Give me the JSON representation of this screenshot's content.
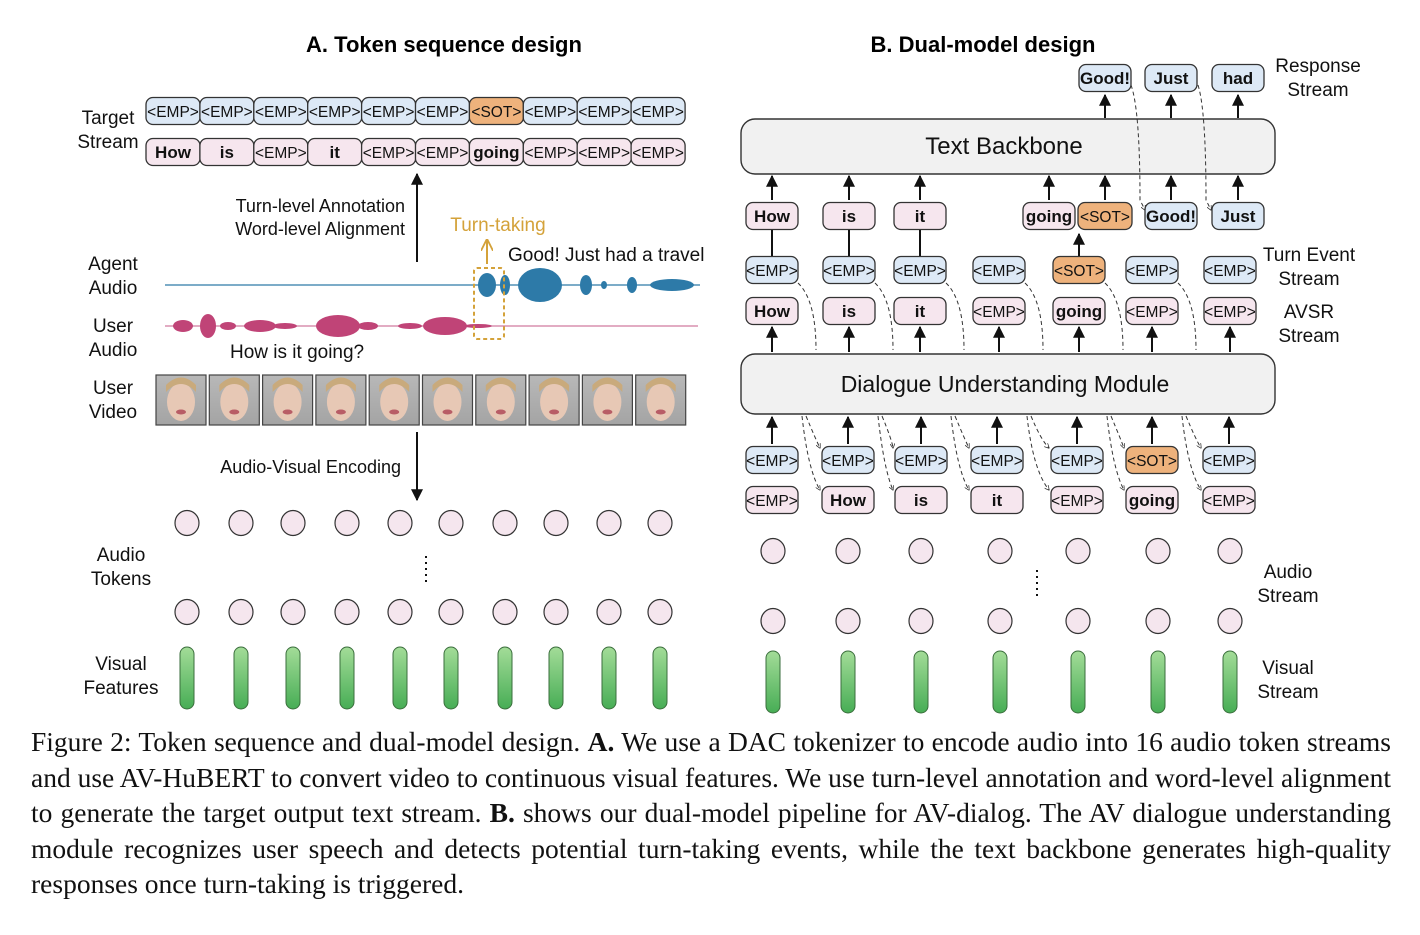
{
  "panel_a": {
    "title": "A. Token sequence design",
    "target_stream_label": [
      "Target",
      "Stream"
    ],
    "target_row1": [
      "<EMP>",
      "<EMP>",
      "<EMP>",
      "<EMP>",
      "<EMP>",
      "<EMP>",
      "<SOT>",
      "<EMP>",
      "<EMP>",
      "<EMP>"
    ],
    "target_row2": [
      "How",
      "is",
      "<EMP>",
      "it",
      "<EMP>",
      "<EMP>",
      "going",
      "<EMP>",
      "<EMP>",
      "<EMP>"
    ],
    "annotation_label": [
      "Turn-level Annotation",
      "Word-level Alignment"
    ],
    "turn_taking_label": "Turn-taking",
    "agent_utterance": "Good! Just had a travel",
    "agent_audio_label": [
      "Agent",
      "Audio"
    ],
    "user_audio_label": [
      "User",
      "Audio"
    ],
    "user_utterance": "How is it going?",
    "user_video_label": [
      "User",
      "Video"
    ],
    "video_frame_count": 10,
    "encoding_label": "Audio-Visual Encoding",
    "audio_tokens_label": [
      "Audio",
      "Tokens"
    ],
    "visual_features_label": [
      "Visual",
      "Features"
    ],
    "ellipsis": "⋮",
    "token_columns": 10
  },
  "panel_b": {
    "title": "B. Dual-model design",
    "response_stream_label": [
      "Response",
      "Stream"
    ],
    "response_tokens": [
      "Good!",
      "Just",
      "had"
    ],
    "text_backbone_label": "Text Backbone",
    "backbone_inputs": [
      "How",
      "is",
      "it",
      "going",
      "<SOT>",
      "Good!",
      "Just"
    ],
    "turn_event_label": [
      "Turn Event",
      "Stream"
    ],
    "turn_event_tokens": [
      "<EMP>",
      "<EMP>",
      "<EMP>",
      "<EMP>",
      "<SOT>",
      "<EMP>",
      "<EMP>"
    ],
    "avsr_label": [
      "AVSR",
      "Stream"
    ],
    "avsr_tokens": [
      "How",
      "is",
      "it",
      "<EMP>",
      "going",
      "<EMP>",
      "<EMP>"
    ],
    "dum_label": "Dialogue Understanding Module",
    "input_turn_tokens": [
      "<EMP>",
      "<EMP>",
      "<EMP>",
      "<EMP>",
      "<EMP>",
      "<SOT>",
      "<EMP>"
    ],
    "input_avsr_tokens": [
      "<EMP>",
      "How",
      "is",
      "it",
      "<EMP>",
      "going",
      "<EMP>"
    ],
    "audio_stream_label": [
      "Audio",
      "Stream"
    ],
    "visual_stream_label": [
      "Visual",
      "Stream"
    ],
    "ellipsis": "⋮",
    "token_columns": 7
  },
  "colors": {
    "blue_token": "#dde9f6",
    "pink_token": "#f6e6ee",
    "orange_token": "#eeb27c",
    "turn_taking": "#d4a23a",
    "agent_wave": "#2d7aa8",
    "user_wave": "#c04477",
    "green_bar_top": "#9fd993",
    "green_bar_bottom": "#4cb05a",
    "module_fill": "#f1f1f1"
  },
  "caption": {
    "prefix": "Figure 2: Token sequence and dual-model design. ",
    "a_label": "A.",
    "a_text": " We use a DAC tokenizer to encode audio into 16 audio token streams and use AV-HuBERT to convert video to continuous visual features.  We use turn-level annotation and word-level alignment to generate the target output text stream. ",
    "b_label": "B.",
    "b_text": " shows our dual-model pipeline for AV-dialog. The AV dialogue understanding module recognizes user speech and detects potential turn-taking events, while the text backbone generates high-quality responses once turn-taking is triggered."
  }
}
